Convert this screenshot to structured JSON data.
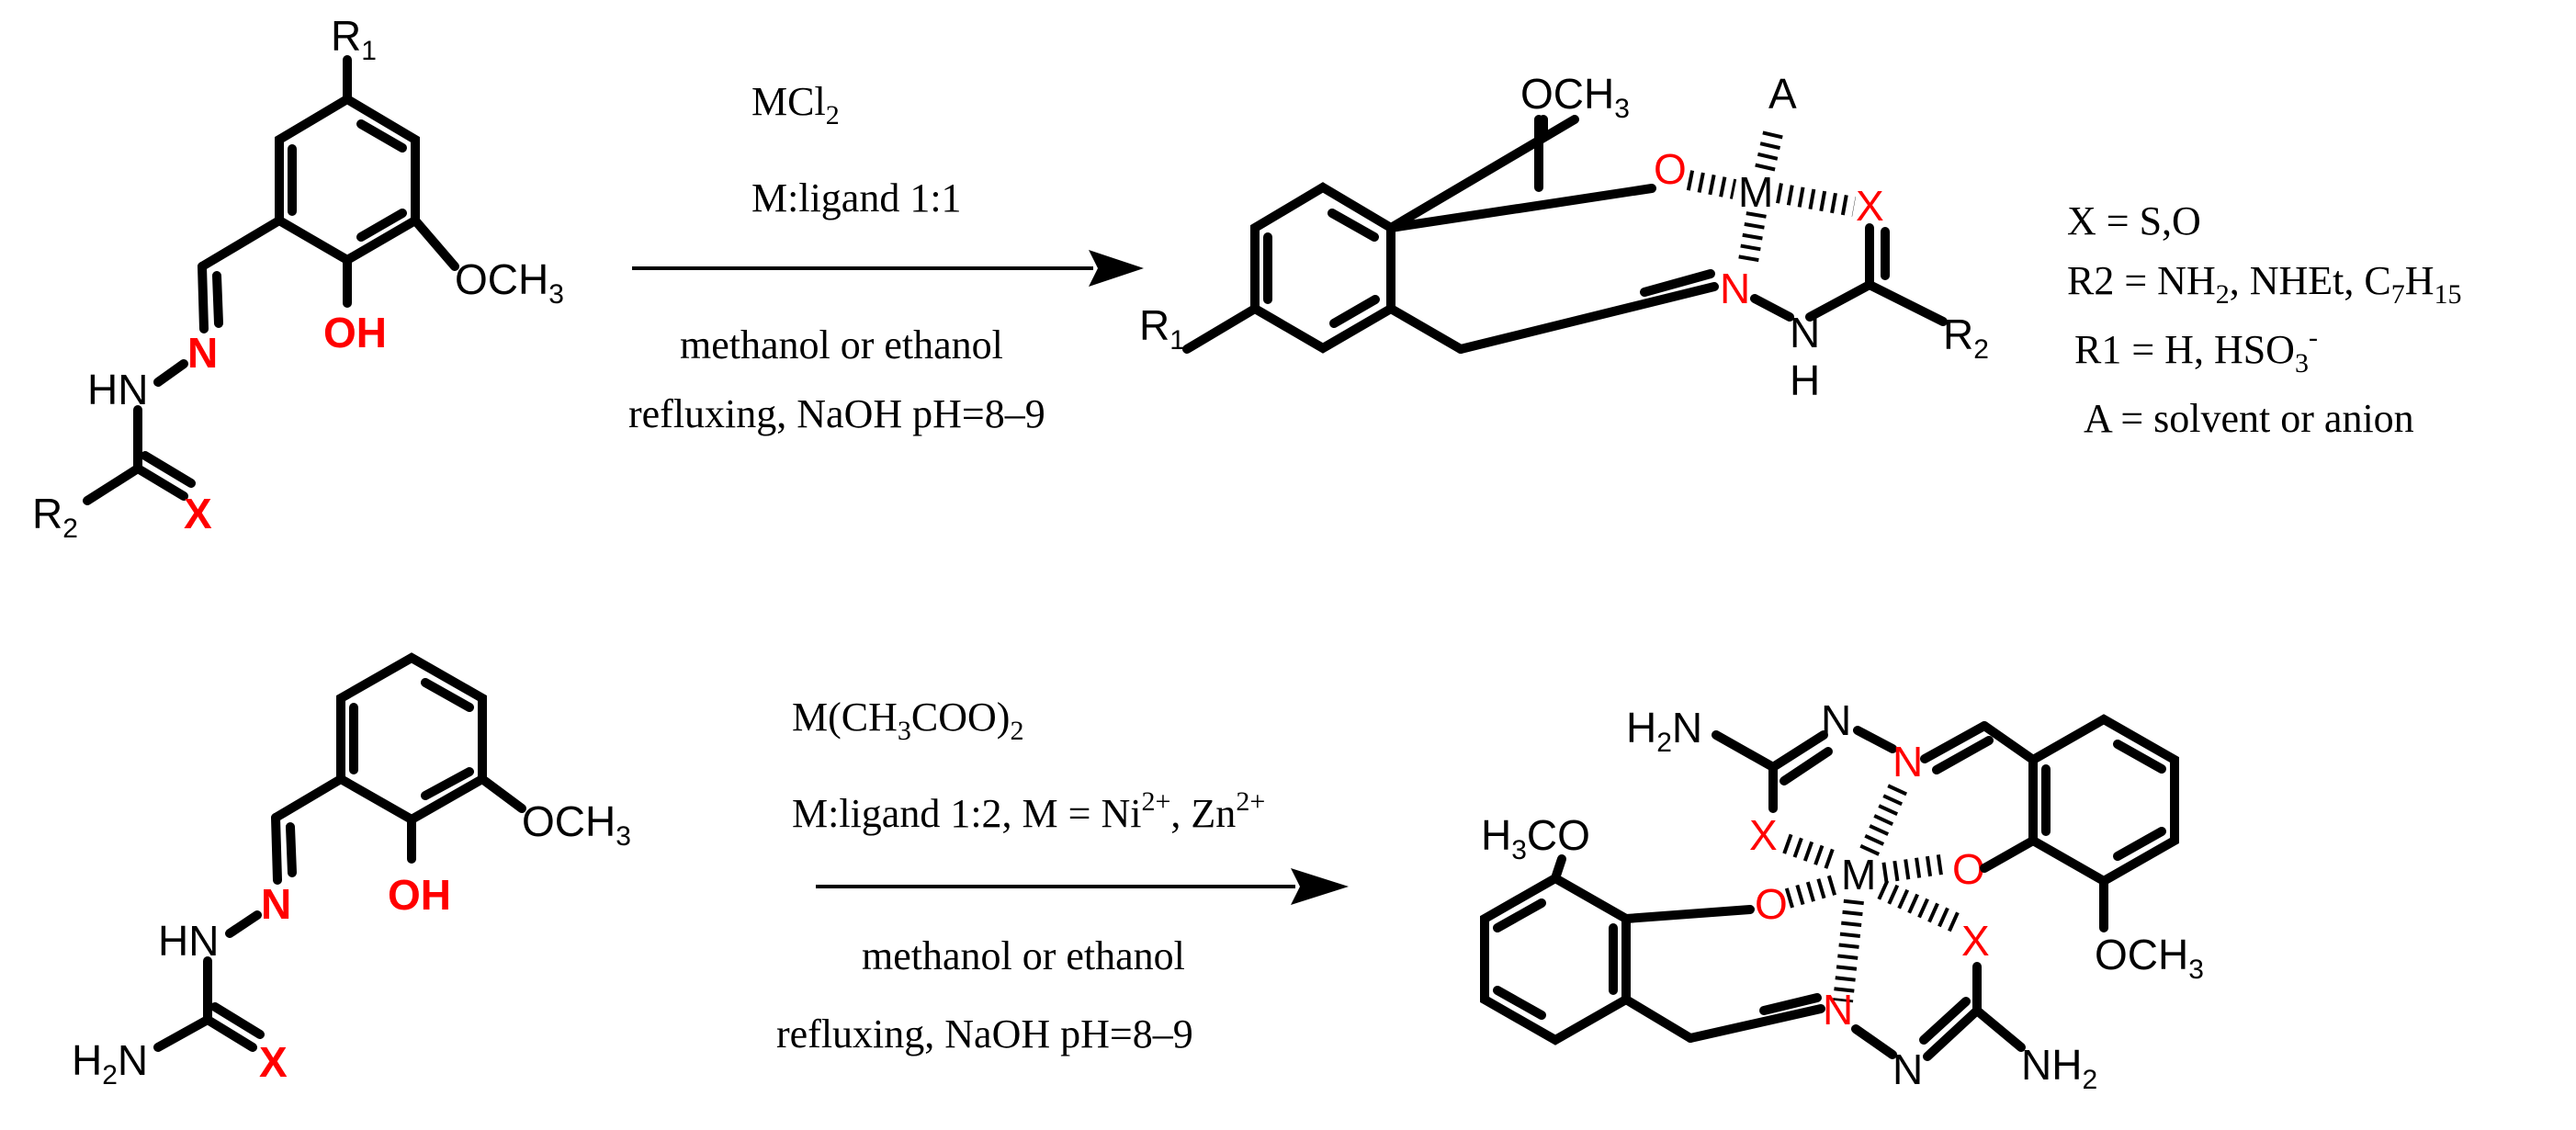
{
  "colors": {
    "heteroatom": "#ff0000",
    "bond": "#000000",
    "background": "#ffffff"
  },
  "reaction1": {
    "reagent": "MCl",
    "reagent_sub": "2",
    "ratio": "M:ligand 1:1",
    "solvent": "methanol or ethanol",
    "conditions": "refluxing, NaOH pH=8–9",
    "ligand": {
      "r1": "R",
      "r1_sub": "1",
      "och3": "OCH",
      "och3_sub": "3",
      "oh": "OH",
      "n": "N",
      "hn": "HN",
      "r2": "R",
      "r2_sub": "2",
      "x": "X"
    },
    "complex": {
      "och3": "OCH",
      "och3_sub": "3",
      "a": "A",
      "o": "O",
      "m": "M",
      "x": "X",
      "n": "N",
      "nh_n": "N",
      "nh_h": "H",
      "r1": "R",
      "r1_sub": "1",
      "r2": "R",
      "r2_sub": "2"
    },
    "legend": {
      "x": "X = S,O",
      "r2_a": "R2 = NH",
      "r2_b": "2",
      "r2_c": ", NHEt, C",
      "r2_d": "7",
      "r2_e": "H",
      "r2_f": "15",
      "r1_a": "R1 = H, HSO",
      "r1_b": "3",
      "r1_c": "-",
      "a": "A = solvent or anion"
    }
  },
  "reaction2": {
    "reagent_a": "M(CH",
    "reagent_b": "3",
    "reagent_c": "COO)",
    "reagent_d": "2",
    "ratio_a": "M:ligand 1:2, M = Ni",
    "ratio_b": "2+",
    "ratio_c": ", Zn",
    "ratio_d": "2+",
    "solvent": "methanol or ethanol",
    "conditions": "refluxing, NaOH pH=8–9",
    "ligand": {
      "och3": "OCH",
      "och3_sub": "3",
      "oh": "OH",
      "n": "N",
      "hn": "HN",
      "h2n": "H",
      "h2n_sub": "2",
      "h2n_n": "N",
      "x": "X"
    },
    "complex": {
      "h2n_top": "H",
      "h2n_top_sub": "2",
      "h2n_top_n": "N",
      "n_top1": "N",
      "n_top2": "N",
      "h3co": "H",
      "h3co_sub": "3",
      "h3co_co": "CO",
      "x_left": "X",
      "m": "M",
      "o_right": "O",
      "o_left": "O",
      "x_right": "X",
      "och3": "OCH",
      "och3_sub": "3",
      "n_bot1": "N",
      "n_bot2": "N",
      "nh2": "NH",
      "nh2_sub": "2"
    }
  }
}
